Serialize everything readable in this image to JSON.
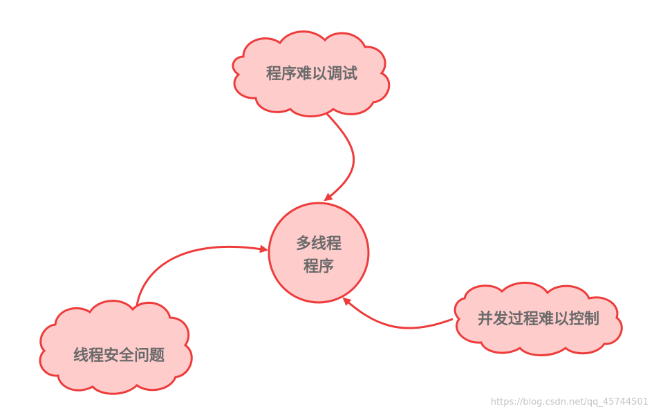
{
  "diagram": {
    "center_node": {
      "line1": "多线程",
      "line2": "程序"
    },
    "top_node": {
      "label": "程序难以调试"
    },
    "left_node": {
      "label": "线程安全问题"
    },
    "right_node": {
      "label": "并发过程难以控制"
    },
    "colors": {
      "stroke": "#ee3b3b",
      "fill": "#ffcccc",
      "text": "#6a6a6a"
    }
  },
  "watermark": {
    "text": "https://blog.csdn.net/qq_45744501"
  }
}
